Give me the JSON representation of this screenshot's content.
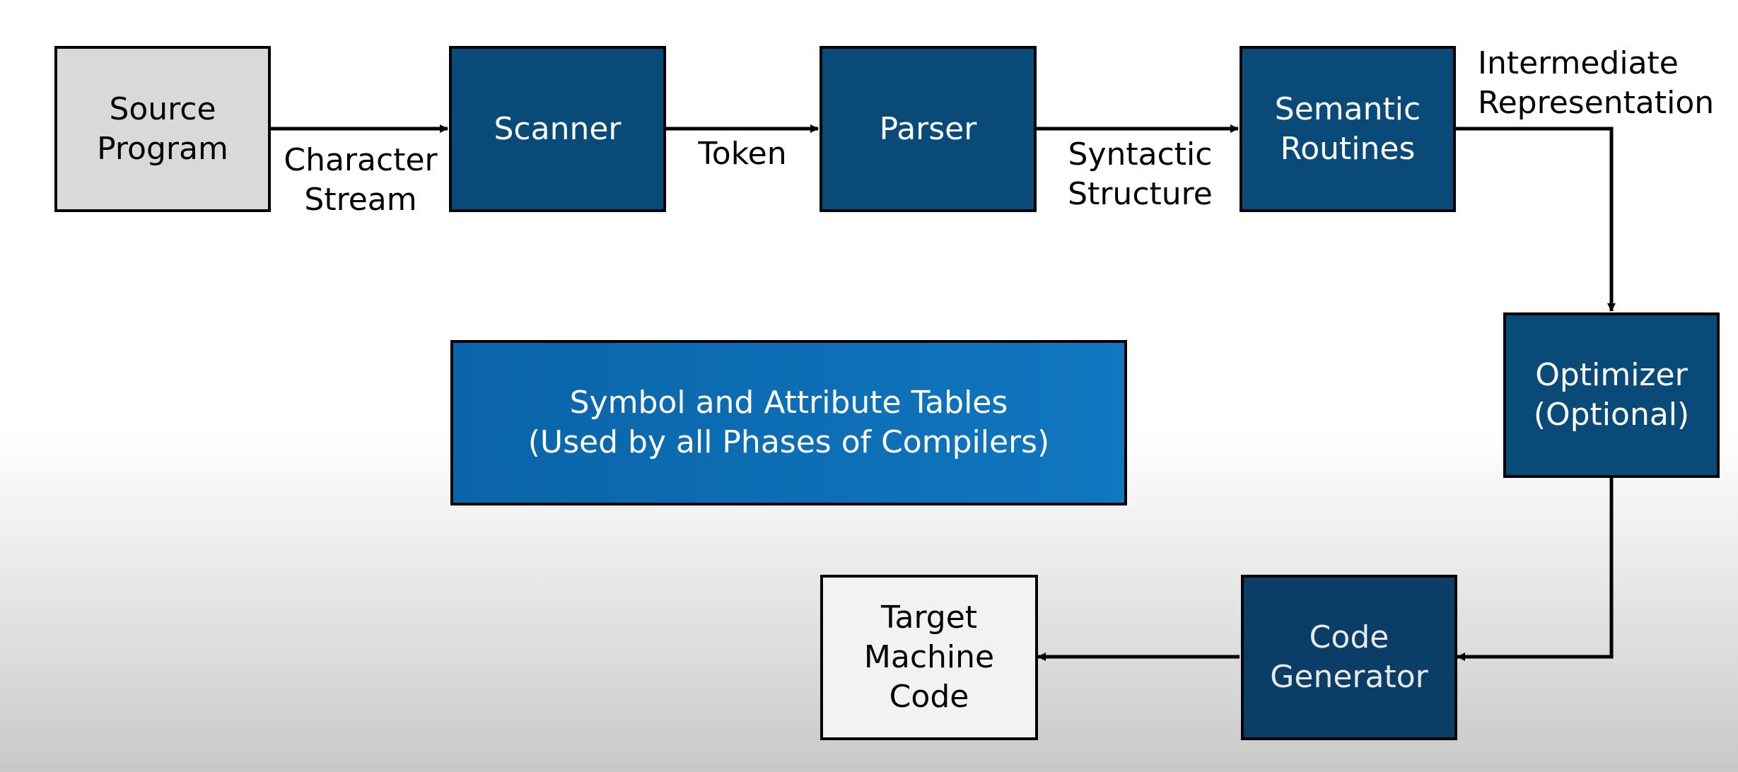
{
  "diagram": {
    "nodes": {
      "source_program": "Source\nProgram",
      "scanner": "Scanner",
      "parser": "Parser",
      "semantic_routines": "Semantic\nRoutines",
      "optimizer": "Optimizer\n(Optional)",
      "code_generator": "Code\nGenerator",
      "target_machine_code": "Target\nMachine\nCode",
      "symbol_tables": "Symbol and Attribute Tables\n(Used by all Phases of Compilers)"
    },
    "edge_labels": {
      "character_stream": "Character\nStream",
      "token": "Token",
      "syntactic_structure": "Syntactic\nStructure",
      "intermediate_representation": "Intermediate\nRepresentation"
    },
    "colors": {
      "phase_box": "#0a4a78",
      "source_box": "#d9d9d9",
      "target_box": "#f2f2f2",
      "tables_box": "#0f72b9",
      "stroke": "#000000"
    }
  }
}
